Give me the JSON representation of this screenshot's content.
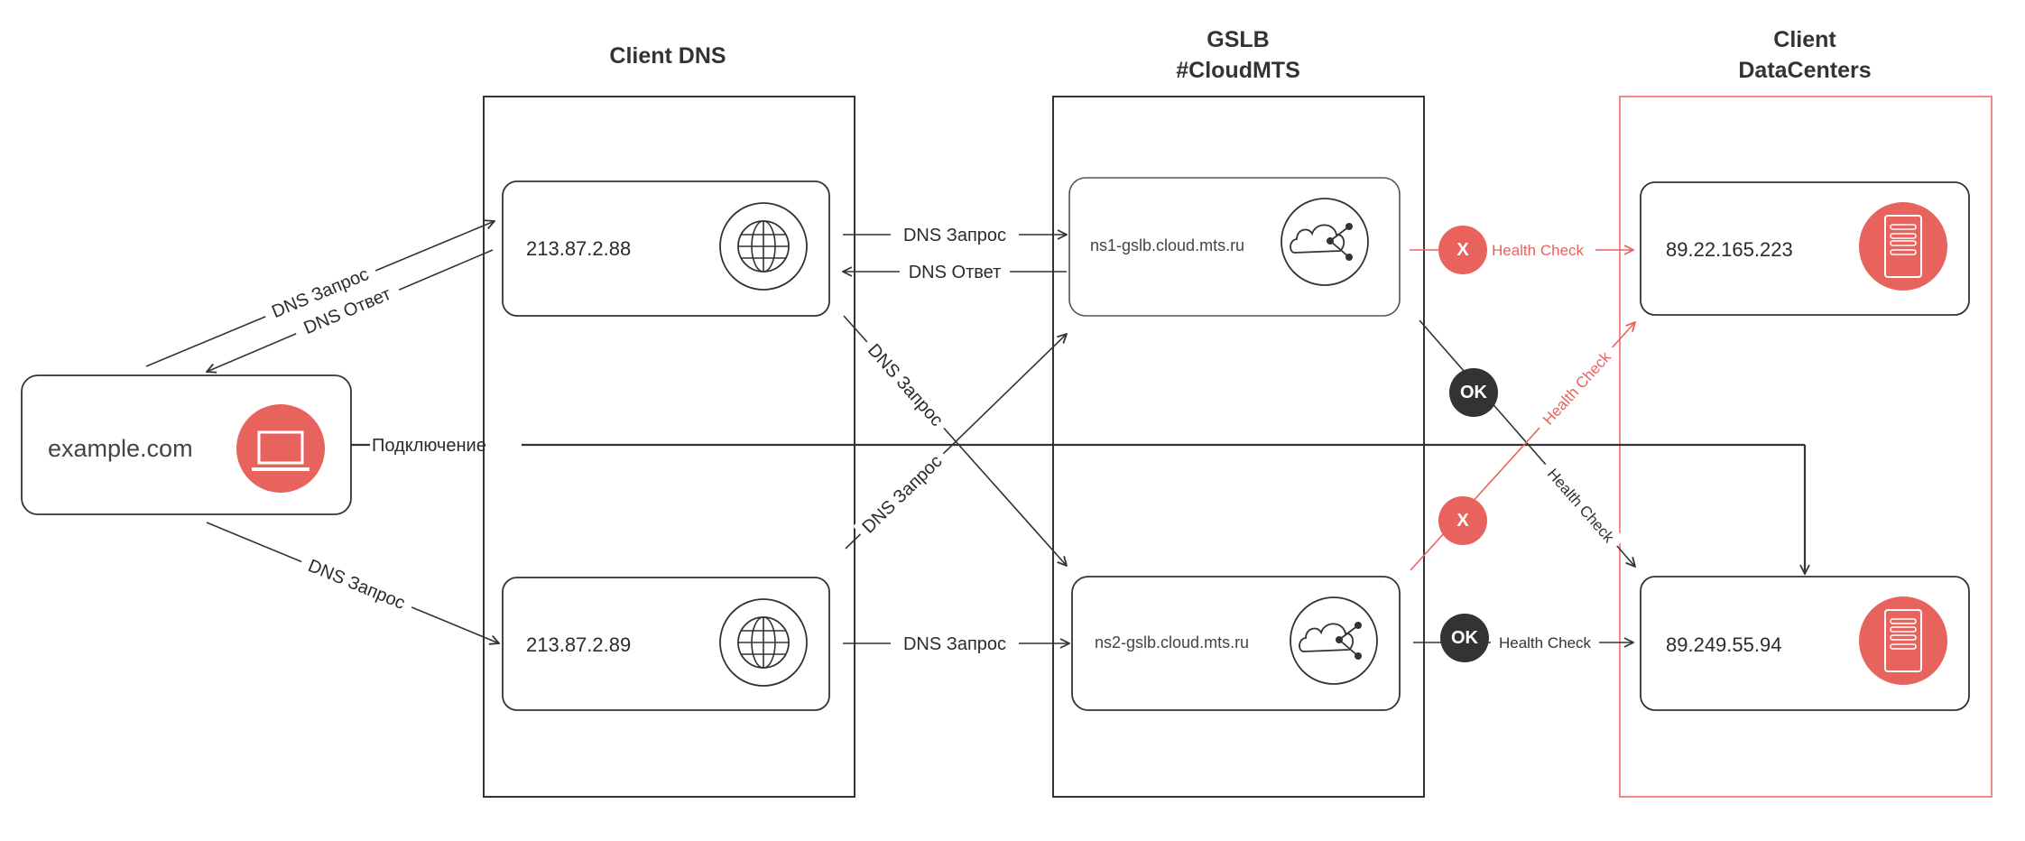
{
  "colors": {
    "accent": "#E8635E",
    "line": "#333333",
    "badge_dark": "#333333"
  },
  "columns": {
    "client_dns": {
      "title": "Client DNS"
    },
    "gslb": {
      "title_line1": "GSLB",
      "title_line2": "#CloudMTS"
    },
    "datacenters": {
      "title_line1": "Client",
      "title_line2": "DataCenters"
    }
  },
  "nodes": {
    "client": {
      "label": "example.com",
      "icon": "laptop-icon"
    },
    "dns1": {
      "label": "213.87.2.88",
      "icon": "globe-icon"
    },
    "dns2": {
      "label": "213.87.2.89",
      "icon": "globe-icon"
    },
    "ns1": {
      "label": "ns1-gslb.cloud.mts.ru",
      "icon": "cloud-network-icon"
    },
    "ns2": {
      "label": "ns2-gslb.cloud.mts.ru",
      "icon": "cloud-network-icon"
    },
    "dc1": {
      "label": "89.22.165.223",
      "icon": "server-icon"
    },
    "dc2": {
      "label": "89.249.55.94",
      "icon": "server-icon"
    }
  },
  "edges": {
    "client_to_dns1": "DNS Запрос",
    "dns1_to_client": "DNS Ответ",
    "client_to_dns2": "DNS Запрос",
    "dns1_to_ns1": "DNS Запрос",
    "ns1_to_dns1": "DNS Ответ",
    "dns1_to_ns2": "DNS Запрос",
    "dns2_to_ns1": "DNS Запрос",
    "dns2_to_ns2": "DNS Запрос",
    "connection": "Подключение",
    "ns1_to_dc1": "Health Check",
    "ns1_to_dc2": "Health Check",
    "ns2_to_dc1": "Health Check",
    "ns2_to_dc2": "Health Check"
  },
  "badges": {
    "ns1_dc1": "X",
    "ns1_dc2": "OK",
    "ns2_dc1": "X",
    "ns2_dc2": "OK"
  }
}
